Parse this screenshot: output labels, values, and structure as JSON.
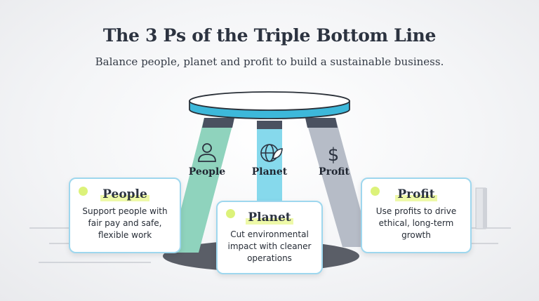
{
  "title": "The 3 Ps of the Triple Bottom Line",
  "subtitle": "Balance people, planet and profit to build a sustainable business.",
  "legs": [
    {
      "label": "People",
      "icon": "person-icon",
      "color": "#8fd3bd"
    },
    {
      "label": "Planet",
      "icon": "globe-leaf-icon",
      "color": "#86d9ec"
    },
    {
      "label": "Profit",
      "icon": "dollar-icon",
      "color": "#b6bcc7"
    }
  ],
  "cards": [
    {
      "heading": "People",
      "body": "Support people with fair pay and safe, flexible work"
    },
    {
      "heading": "Planet",
      "body": "Cut environmental impact with cleaner operations"
    },
    {
      "heading": "Profit",
      "body": "Use profits to drive ethical, long-term growth"
    }
  ],
  "colors": {
    "seat_top": "#ffffff",
    "seat_band": "#3db8da",
    "card_border": "#9ed7ee",
    "highlight": "#eef9a8",
    "dot": "#dcf27a",
    "text": "#2c3340"
  }
}
